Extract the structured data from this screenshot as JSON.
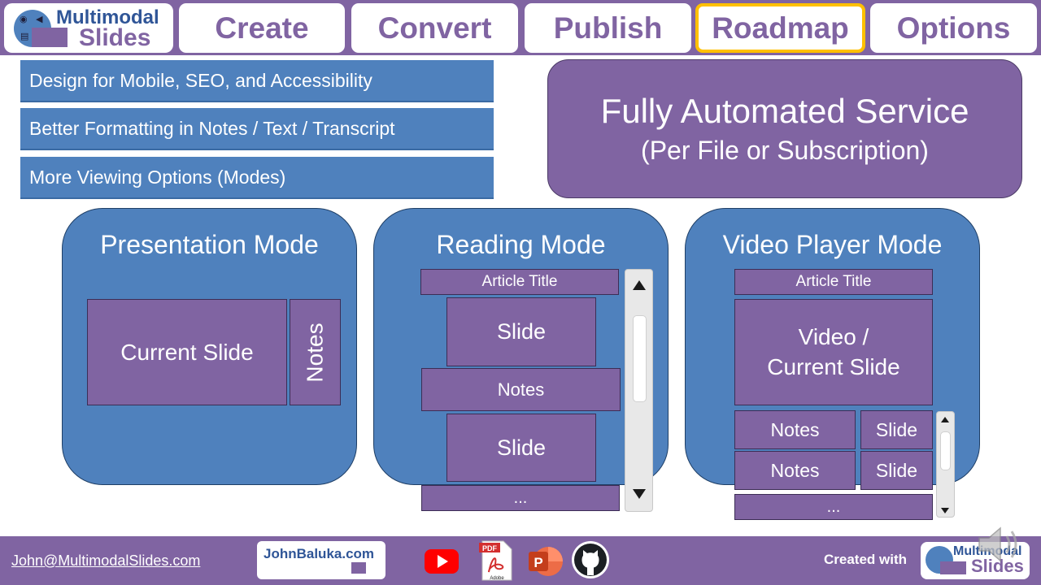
{
  "logo": {
    "line1": "Multimodal",
    "line2": "Slides"
  },
  "nav": {
    "items": [
      {
        "label": "Create"
      },
      {
        "label": "Convert"
      },
      {
        "label": "Publish"
      },
      {
        "label": "Roadmap",
        "active": true
      },
      {
        "label": "Options"
      }
    ]
  },
  "features": [
    "Design for Mobile, SEO, and Accessibility",
    "Better Formatting in Notes / Text / Transcript",
    "More Viewing Options (Modes)"
  ],
  "automated": {
    "title": "Fully Automated Service",
    "subtitle": "(Per File or Subscription)"
  },
  "modes": {
    "presentation": {
      "title": "Presentation Mode",
      "current_slide": "Current Slide",
      "notes": "Notes"
    },
    "reading": {
      "title": "Reading Mode",
      "article_title": "Article Title",
      "slide1": "Slide",
      "notes": "Notes",
      "slide2": "Slide",
      "more": "..."
    },
    "video": {
      "title": "Video Player Mode",
      "article_title": "Article Title",
      "video_line1": "Video /",
      "video_line2": "Current Slide",
      "rows": [
        {
          "notes": "Notes",
          "slide": "Slide"
        },
        {
          "notes": "Notes",
          "slide": "Slide"
        }
      ],
      "more": "..."
    }
  },
  "footer": {
    "email": "John@MultimodalSlides.com",
    "site_badge": "JohnBaluka.com",
    "created_with": "Created with",
    "icons": [
      "youtube-icon",
      "pdf-icon",
      "powerpoint-icon",
      "github-icon"
    ]
  },
  "colors": {
    "purple": "#8064a2",
    "blue": "#4f81bd",
    "active_border": "#ffc000"
  }
}
